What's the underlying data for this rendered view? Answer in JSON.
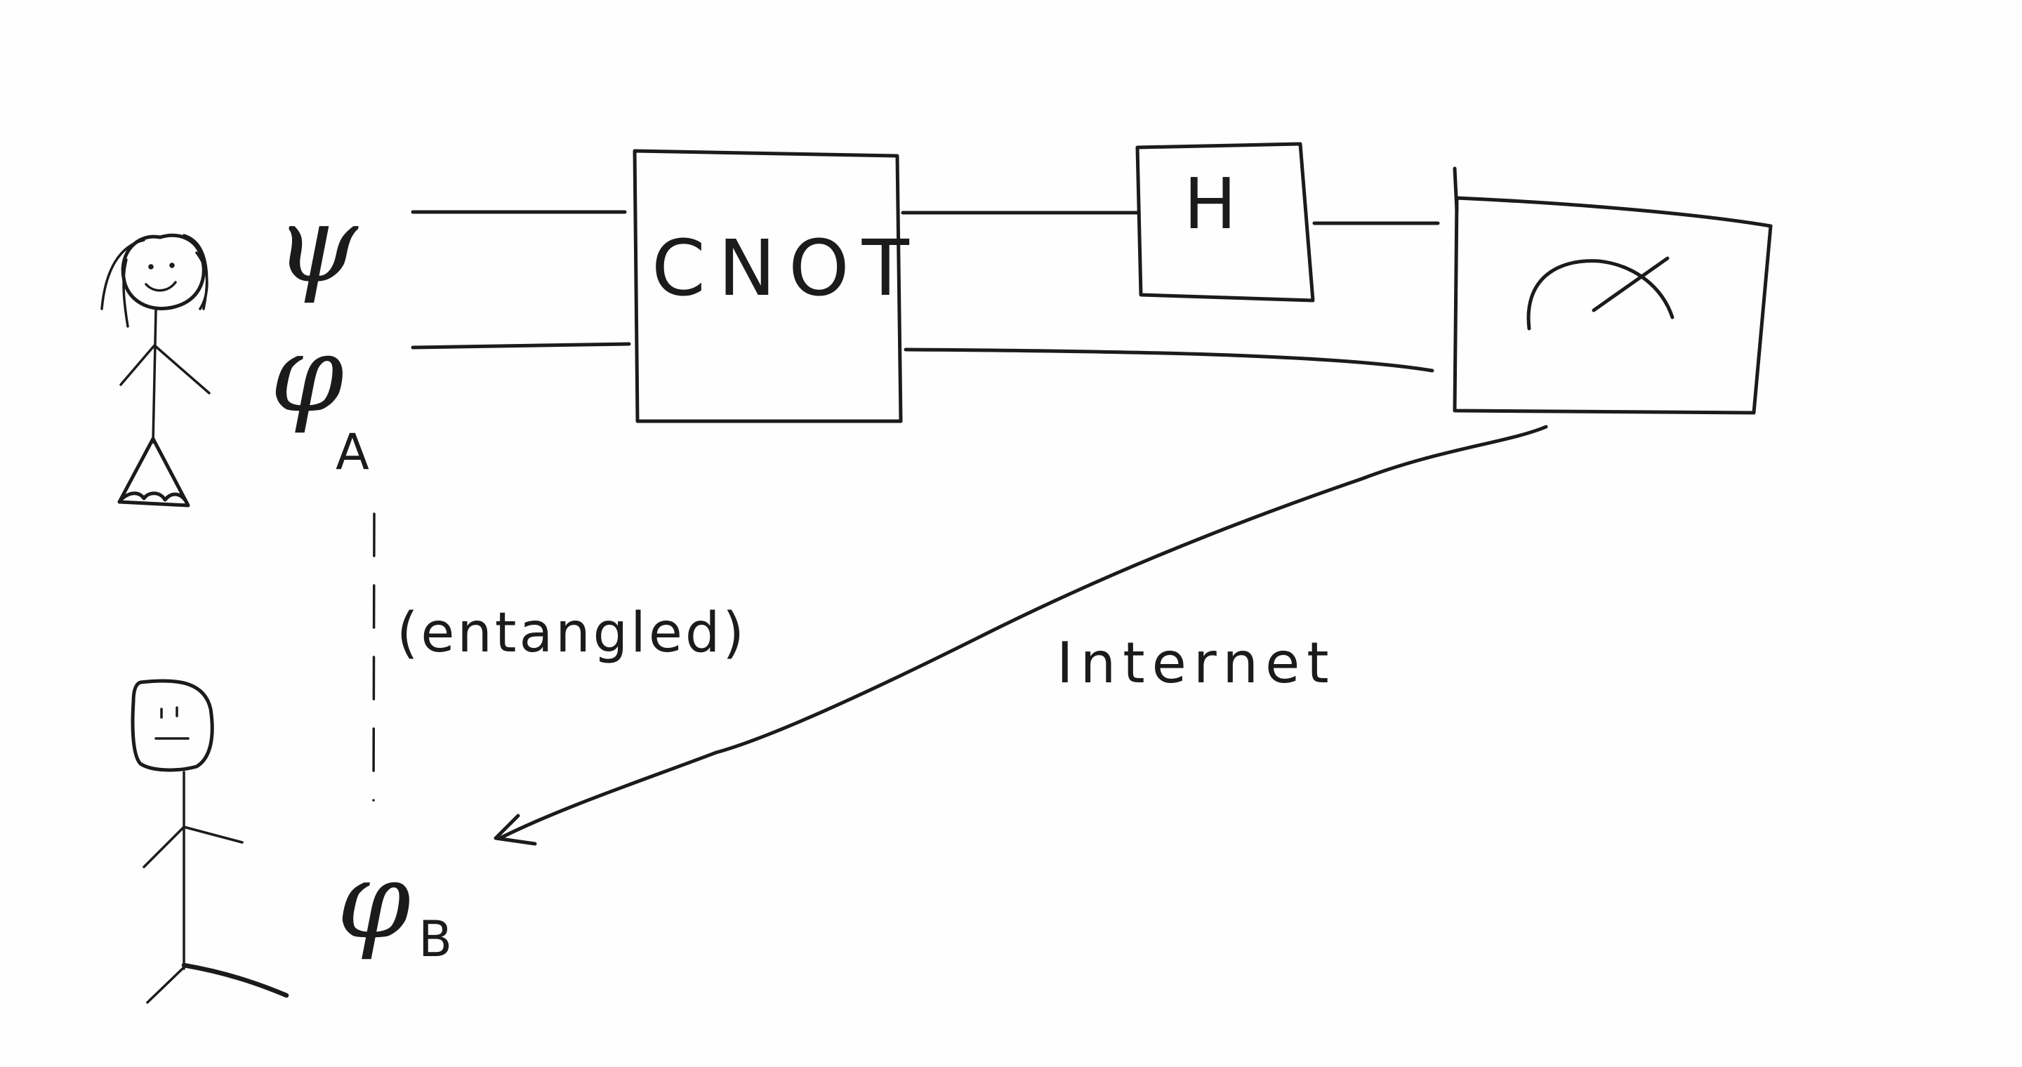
{
  "diagram": {
    "state_psi": "ψ",
    "state_phi_a": "φ",
    "state_phi_a_sub": "A",
    "state_phi_b": "φ",
    "state_phi_b_sub": "B",
    "gate_cnot": "CNOT",
    "gate_h": "H",
    "link_entangled": "(entangled)",
    "link_internet": "Internet",
    "ink_color": "#1b1b1b",
    "background_color": "#fefefe",
    "icons": [
      "alice-stick-figure",
      "bob-stick-figure",
      "measurement-meter-icon"
    ]
  }
}
